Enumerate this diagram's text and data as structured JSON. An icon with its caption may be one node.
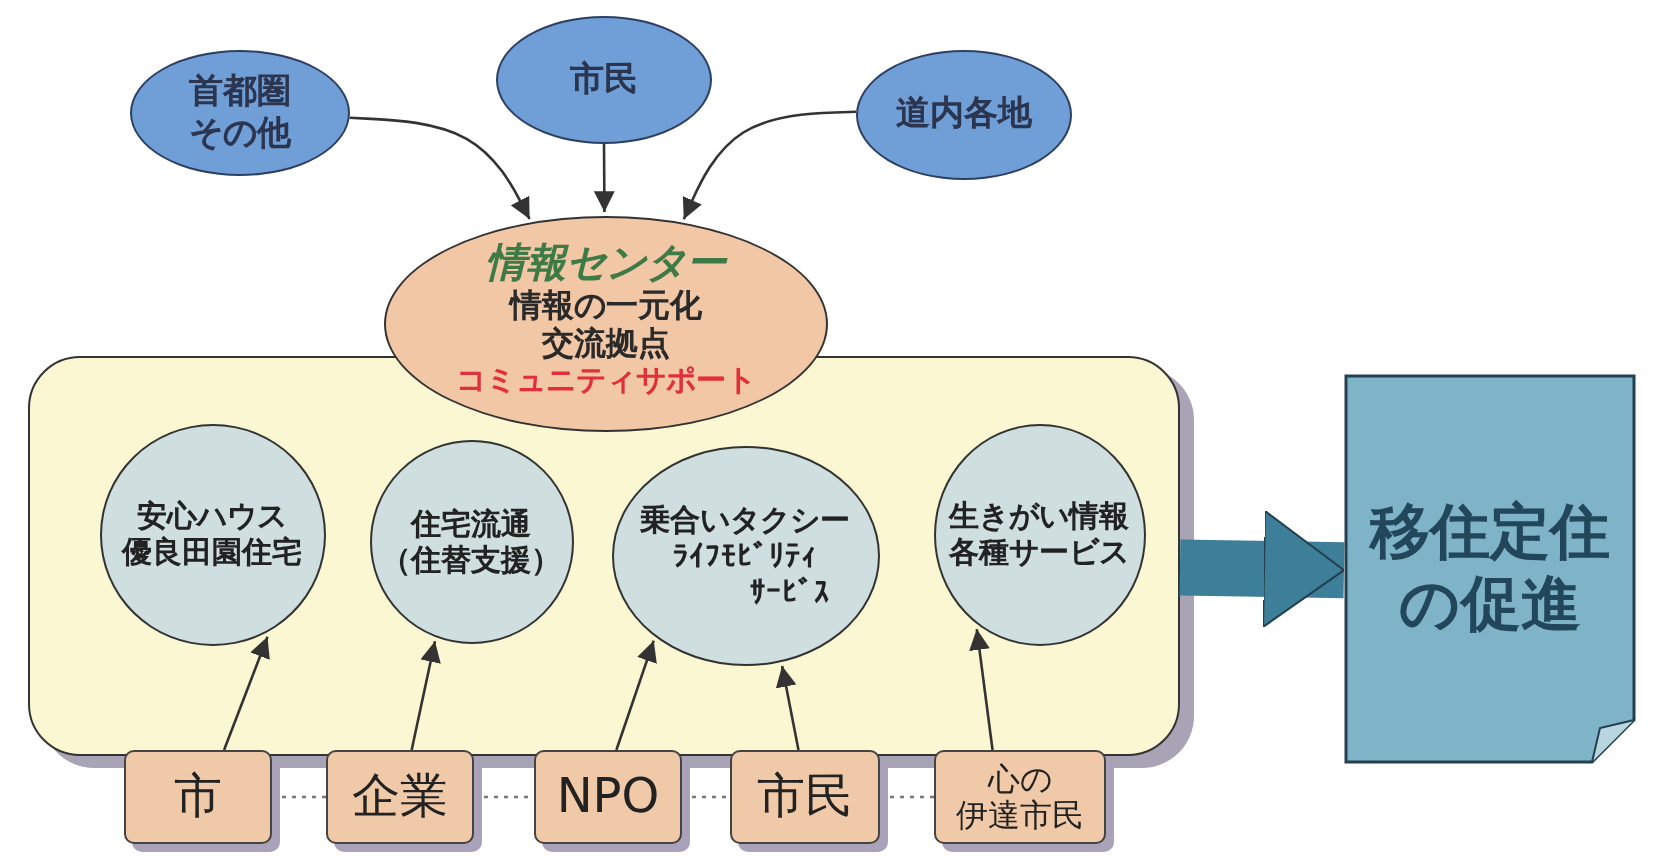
{
  "diagram": {
    "nodes": [
      {
        "text": [
          "首都圏その他"
        ]
      },
      {
        "text": [
          "市民"
        ]
      },
      {
        "text": [
          "道内各地"
        ]
      },
      {
        "text": [
          "情報センター",
          "情報の一元化",
          "交流拠点",
          "コミュニティサポート"
        ]
      },
      {
        "text": [],
        "shape": "box"
      },
      {
        "text": [
          "安心ハウス",
          "優良田園住宅"
        ],
        "in": 4
      },
      {
        "text": [
          "住宅流通",
          "（住替支援）"
        ],
        "in": 4
      },
      {
        "text": [
          "乗合いタクシー",
          "ﾗｲﾌﾓﾋﾞﾘﾃｨ",
          "ｻｰﾋﾞｽ"
        ],
        "in": 4
      },
      {
        "text": [
          "生きがい情報",
          "各種サービス"
        ],
        "in": 4
      },
      {
        "text": [
          "移住定住の促進"
        ]
      },
      {
        "text": [
          "市"
        ]
      },
      {
        "text": [
          "企業"
        ]
      },
      {
        "text": [
          "NPO"
        ]
      },
      {
        "text": [
          "市民"
        ]
      },
      {
        "text": [
          "心の",
          "伊達市民"
        ]
      }
    ],
    "edges": [
      {
        "from": 0,
        "to": 3,
        "arrow": "to"
      },
      {
        "from": 1,
        "to": 3,
        "arrow": "to"
      },
      {
        "from": 2,
        "to": 3,
        "arrow": "to"
      },
      {
        "from": 10,
        "to": 5,
        "arrow": "to"
      },
      {
        "from": 11,
        "to": 6,
        "arrow": "to"
      },
      {
        "from": 12,
        "to": 7,
        "arrow": "to"
      },
      {
        "from": 13,
        "to": 7,
        "arrow": "to"
      },
      {
        "from": 14,
        "to": 8,
        "arrow": "to"
      },
      {
        "from": 4,
        "to": 9,
        "arrow": "to",
        "style": "thick",
        "color": "#3d7f99"
      },
      {
        "from": 10,
        "to": 11,
        "arrow": "none",
        "style": "dashed"
      },
      {
        "from": 11,
        "to": 12,
        "arrow": "none",
        "style": "dashed"
      },
      {
        "from": 12,
        "to": 13,
        "arrow": "none",
        "style": "dashed"
      },
      {
        "from": 13,
        "to": 14,
        "arrow": "none",
        "style": "dashed"
      }
    ]
  }
}
